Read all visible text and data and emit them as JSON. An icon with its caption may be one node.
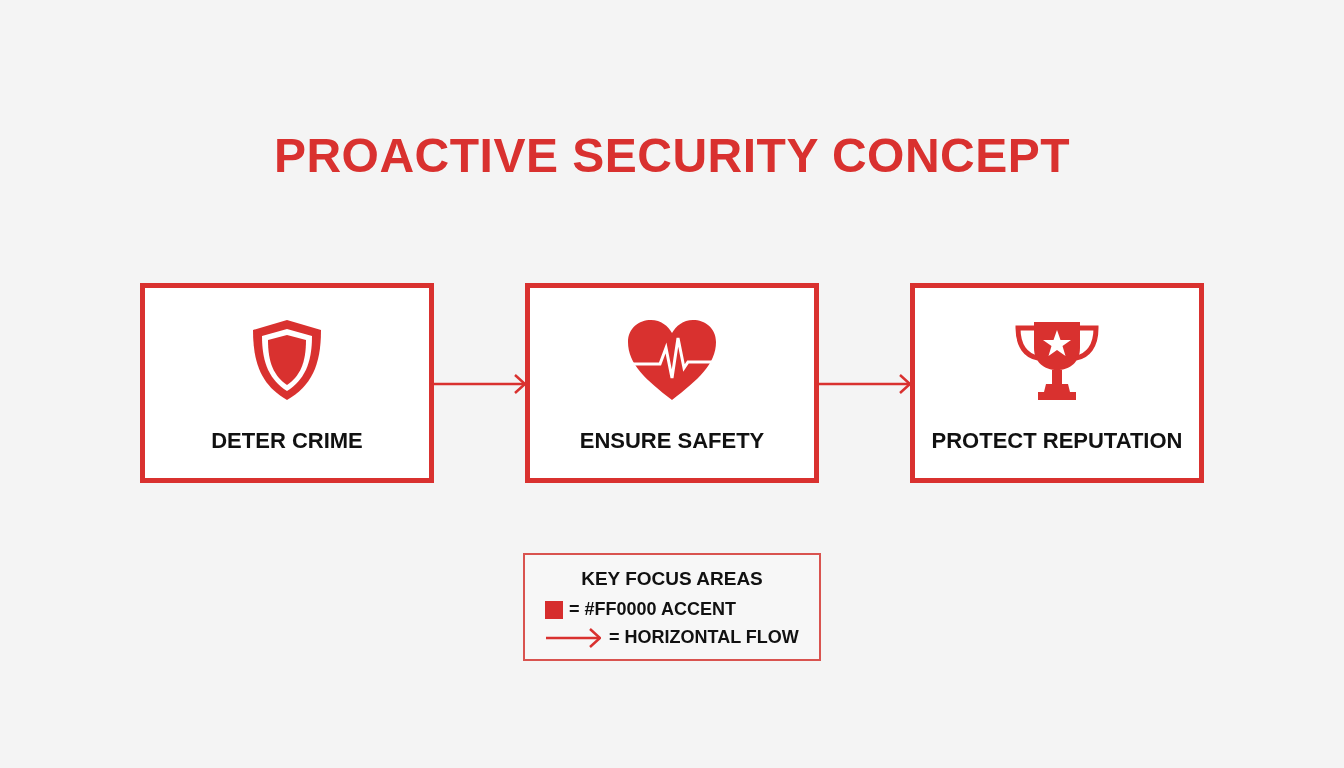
{
  "diagram": {
    "title": "PROACTIVE SECURITY CONCEPT",
    "nodes": [
      {
        "text": [
          "DETER CRIME"
        ]
      },
      {
        "text": [
          "ENSURE SAFETY"
        ]
      },
      {
        "text": [
          "PROTECT REPUTATION"
        ]
      }
    ],
    "edges": [
      {
        "from": 0,
        "to": 1,
        "arrow": "to"
      },
      {
        "from": 1,
        "to": 2,
        "arrow": "to"
      }
    ],
    "labels": [
      "KEY FOCUS AREAS"
    ],
    "legend": [
      {
        "text": "= #FF0000 ACCENT",
        "color": "#d62d2d"
      },
      {
        "text": "= HORIZONTAL FLOW"
      }
    ]
  }
}
